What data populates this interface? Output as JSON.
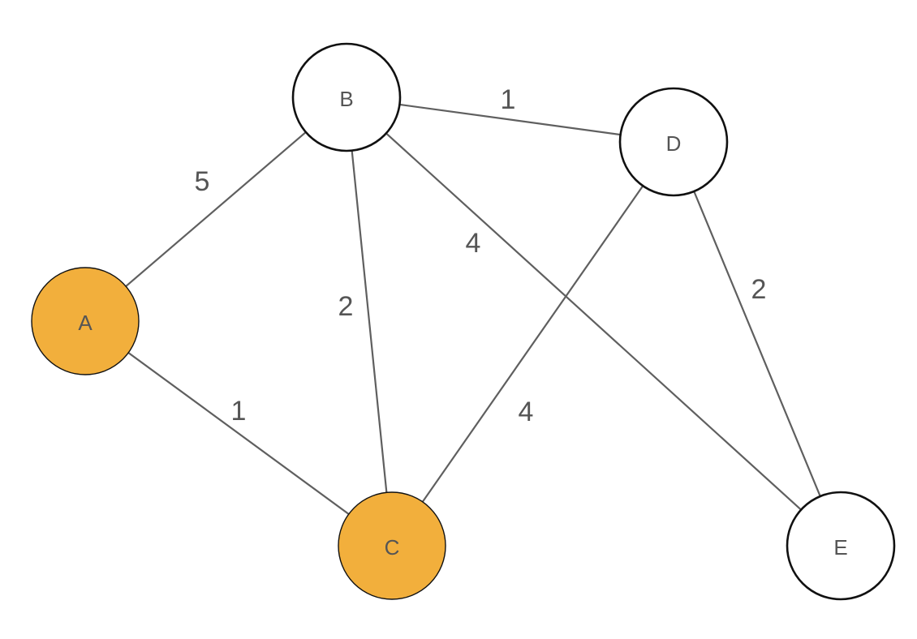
{
  "colors": {
    "highlight_fill": "#f2af3c",
    "default_fill": "#ffffff",
    "edge": "#5f5f5f",
    "node_stroke": "#111111",
    "text": "#555555"
  },
  "nodes": [
    {
      "id": "A",
      "label": "A",
      "highlighted": true
    },
    {
      "id": "B",
      "label": "B",
      "highlighted": false
    },
    {
      "id": "C",
      "label": "C",
      "highlighted": true
    },
    {
      "id": "D",
      "label": "D",
      "highlighted": false
    },
    {
      "id": "E",
      "label": "E",
      "highlighted": false
    }
  ],
  "edges": [
    {
      "from": "A",
      "to": "B",
      "weight": "5"
    },
    {
      "from": "A",
      "to": "C",
      "weight": "1"
    },
    {
      "from": "B",
      "to": "C",
      "weight": "2"
    },
    {
      "from": "B",
      "to": "D",
      "weight": "1"
    },
    {
      "from": "B",
      "to": "E",
      "weight": "4"
    },
    {
      "from": "D",
      "to": "C",
      "weight": "4"
    },
    {
      "from": "D",
      "to": "E",
      "weight": "2"
    }
  ]
}
